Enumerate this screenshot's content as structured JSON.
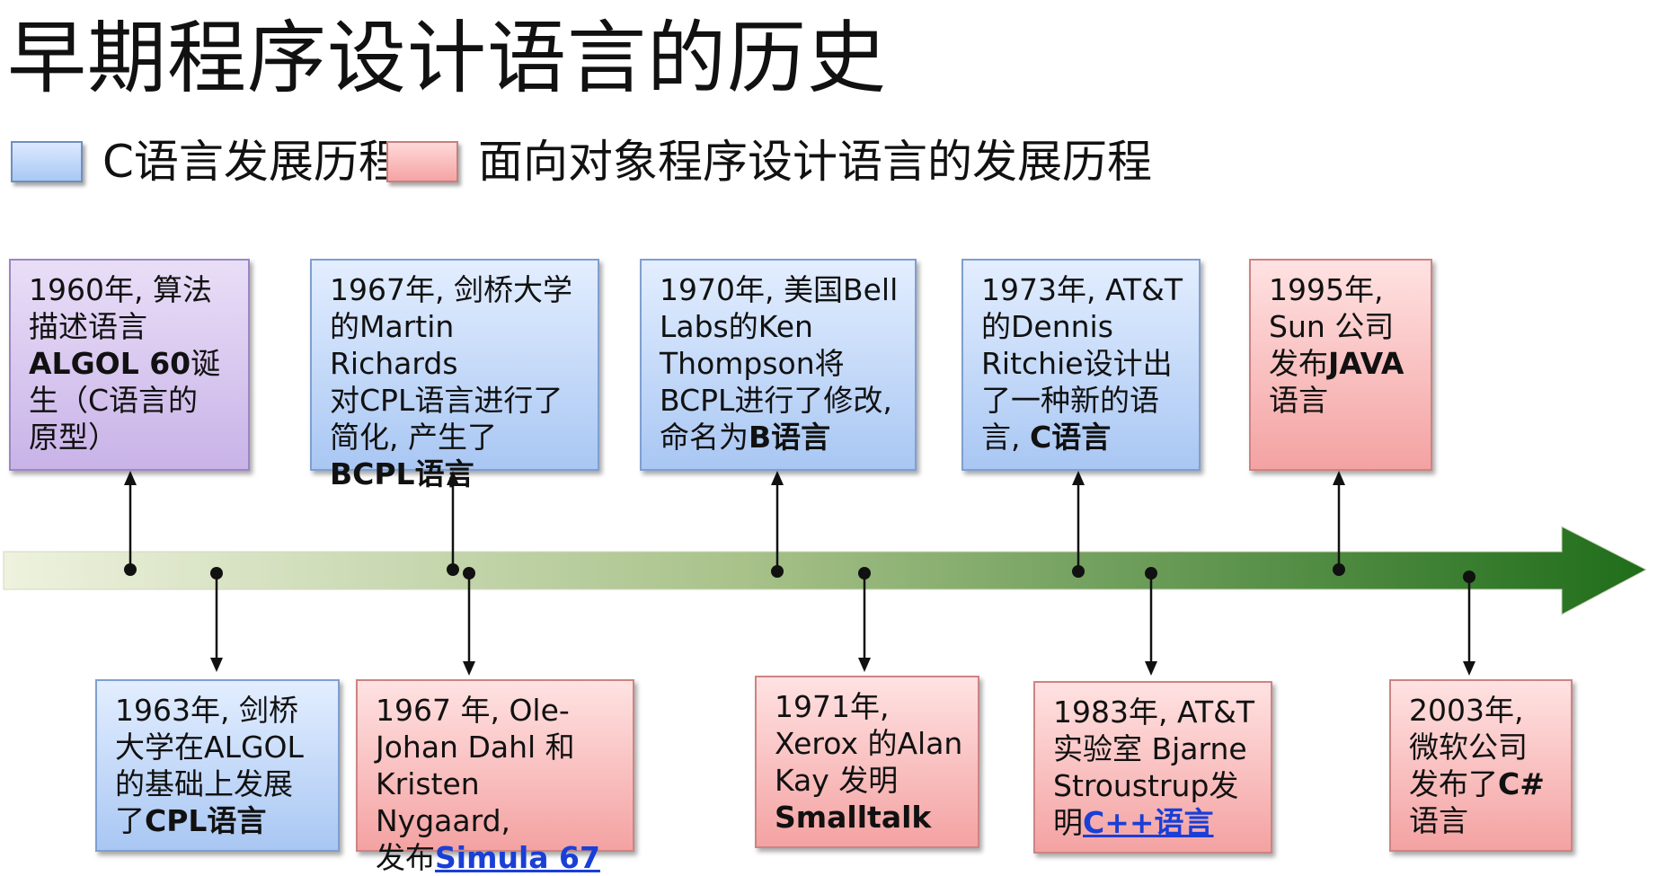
{
  "title": "早期程序设计语言的历史",
  "legend": {
    "c_label": "C语言发展历程",
    "oop_label": "面向对象程序设计语言的发展历程",
    "c_color": "#a9c8f5",
    "oop_color": "#f5a3a3"
  },
  "colors": {
    "arrow_start": "#e9efd8",
    "arrow_end": "#1f6d1a",
    "purple": "#c9b3e8",
    "blue": "#a9c7f3",
    "red": "#f4a2a2"
  },
  "events": {
    "e1960": {
      "l1": "1960年, 算法",
      "l2": "描述语言",
      "l3b": "ALGOL 60",
      "l3": "诞",
      "l4": "生（C语言的",
      "l5": "原型）"
    },
    "e1963": {
      "l1": "1963年, 剑桥",
      "l2": "大学在ALGOL",
      "l3": "的基础上发展",
      "l4": "了",
      "l4b": "CPL语言"
    },
    "e1967a": {
      "l1": "1967年, 剑桥大学",
      "l2": "的Martin Richards",
      "l3": "对CPL语言进行了",
      "l4": "简化, 产生了",
      "l5b": "BCPL语言"
    },
    "e1967b": {
      "l1": "1967 年, Ole-",
      "l2": "Johan Dahl 和",
      "l3": "Kristen Nygaard,",
      "l4": "发布",
      "l4link": "Simula 67"
    },
    "e1970": {
      "l1": "1970年, 美国Bell",
      "l2": "Labs的Ken",
      "l3": "Thompson将",
      "l4": "BCPL进行了修改,",
      "l5": "命名为",
      "l5b": "B语言"
    },
    "e1971": {
      "l1": "1971年,",
      "l2": "Xerox 的Alan",
      "l3": "Kay 发明",
      "l4b": "Smalltalk"
    },
    "e1973": {
      "l1": "1973年, AT&T",
      "l2": "的Dennis",
      "l3": "Ritchie设计出",
      "l4": "了一种新的语",
      "l5": "言, ",
      "l5b": "C语言"
    },
    "e1983": {
      "l1": "1983年, AT&T",
      "l2": "实验室 Bjarne",
      "l3": "Stroustrup发",
      "l4": "明",
      "l4link": "C++语言"
    },
    "e1995": {
      "l1": "1995年,",
      "l2": "Sun 公司",
      "l3": "发布",
      "l3b": "JAVA",
      "l4": "语言"
    },
    "e2003": {
      "l1": "2003年,",
      "l2": "微软公司",
      "l3": "发布了",
      "l3b": "C#",
      "l4": "语言"
    }
  }
}
